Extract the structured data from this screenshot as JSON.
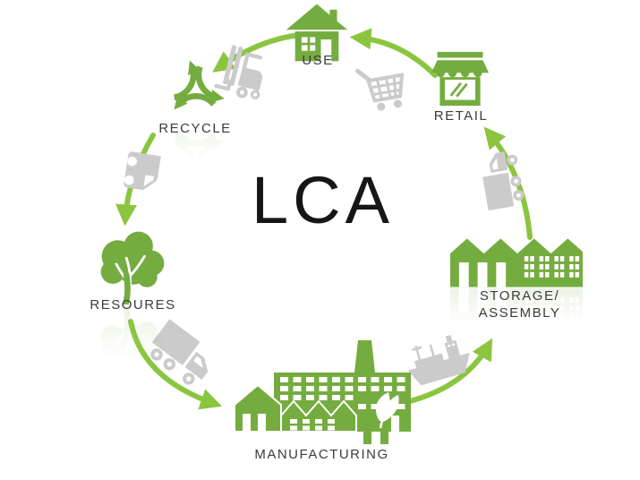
{
  "diagram": {
    "center_label": "LCA",
    "stages": {
      "use": {
        "label": "USE",
        "icon": "house-icon"
      },
      "retail": {
        "label": "RETAIL",
        "icon": "storefront-icon"
      },
      "storage_assembly": {
        "label_line1": "STORAGE/",
        "label_line2": "ASSEMBLY",
        "icon": "warehouse-icon"
      },
      "manufacturing": {
        "label": "MANUFACTURING",
        "icon": "factory-icon"
      },
      "resources": {
        "label": "RESOURES",
        "icon": "tree-icon"
      },
      "recycle": {
        "label": "RECYCLE",
        "icon": "recycle-icon"
      }
    },
    "transport": [
      {
        "icon": "forklift-icon",
        "between": "use-and-recycle"
      },
      {
        "icon": "shopping-cart-icon",
        "between": "retail-and-use"
      },
      {
        "icon": "truck-icon",
        "between": "recycle-and-resources"
      },
      {
        "icon": "box-truck-icon",
        "between": "resources-and-manufacturing"
      },
      {
        "icon": "cargo-ship-icon",
        "between": "manufacturing-and-storage"
      },
      {
        "icon": "delivery-truck-icon",
        "between": "storage-and-retail"
      }
    ],
    "arrows": [
      "retail-to-use",
      "use-to-recycle",
      "recycle-to-resources",
      "resources-to-manufacturing",
      "manufacturing-to-storage",
      "storage-to-retail"
    ],
    "colors": {
      "icon_green": "#75ac40",
      "arrow_green": "#8bc53f",
      "transport_gray": "#cbcbcb",
      "label_text": "#3c3c3c",
      "center_text": "#161616",
      "background": "#ffffff"
    }
  }
}
